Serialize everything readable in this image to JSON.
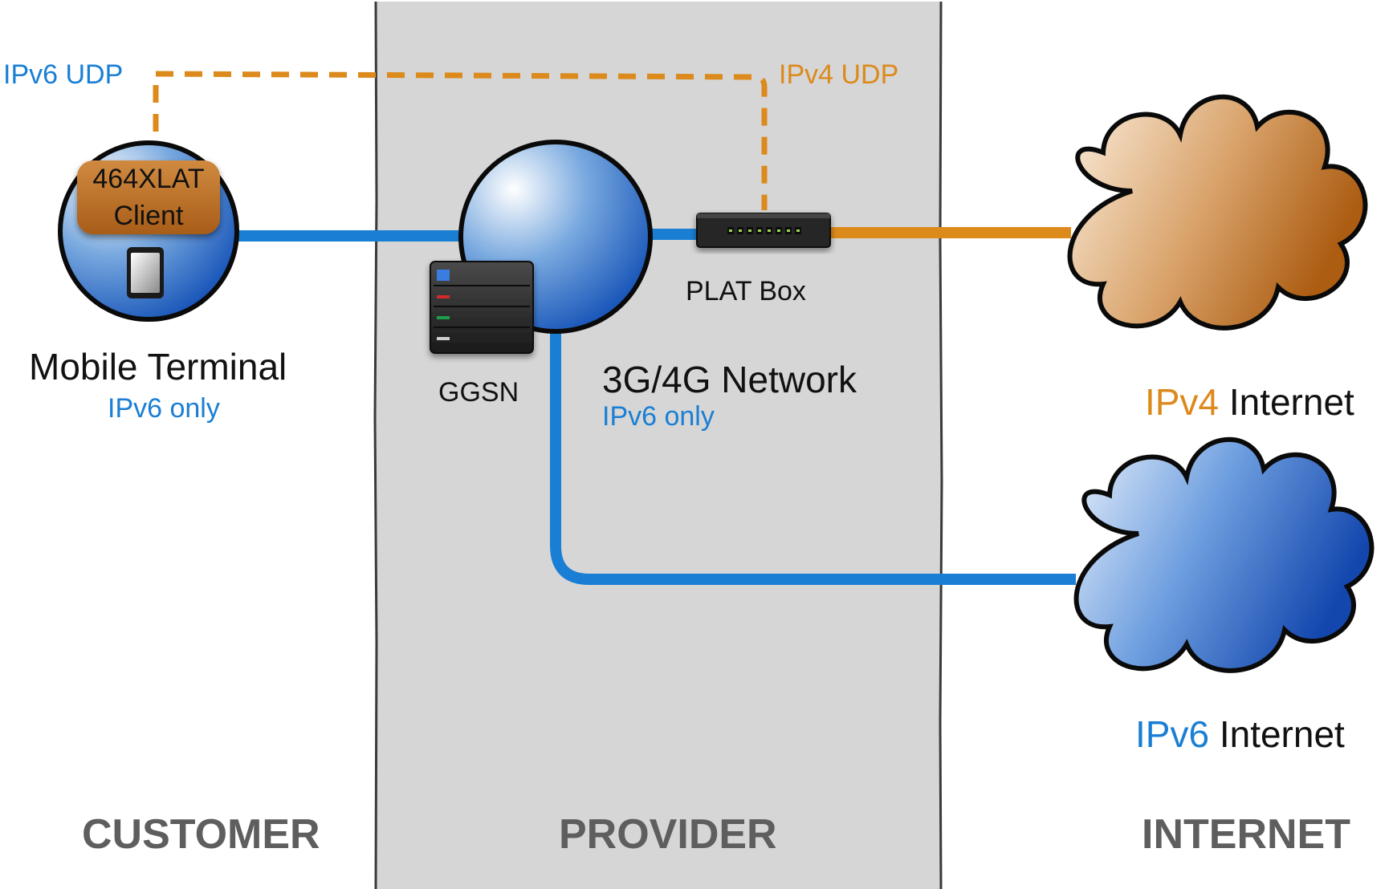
{
  "colors": {
    "ipv6": "#1a7fd4",
    "ipv4": "#dc8a1c",
    "provider_zone": "#d6d6d6",
    "zone_label": "#5e5e5e"
  },
  "labels": {
    "ipv6_udp": "IPv6 UDP",
    "ipv4_udp": "IPv4 UDP",
    "xlat_client": [
      "464XLAT",
      "Client"
    ],
    "mobile_terminal": {
      "title": "Mobile Terminal",
      "sub": "IPv6 only"
    },
    "ggsn": "GGSN",
    "plat_box": "PLAT Box",
    "network": {
      "title": "3G/4G Network",
      "sub": "IPv6 only"
    },
    "ipv4_internet": {
      "proto": "IPv4",
      "word": "Internet"
    },
    "ipv6_internet": {
      "proto": "IPv6",
      "word": "Internet"
    }
  },
  "zones": {
    "customer": "CUSTOMER",
    "provider": "PROVIDER",
    "internet": "INTERNET"
  },
  "icons": {
    "mobile_device": "tablet-icon",
    "ggsn": "server-icon",
    "plat": "network-switch-icon",
    "ipv4_cloud": "cloud-icon",
    "ipv6_cloud": "cloud-icon"
  }
}
